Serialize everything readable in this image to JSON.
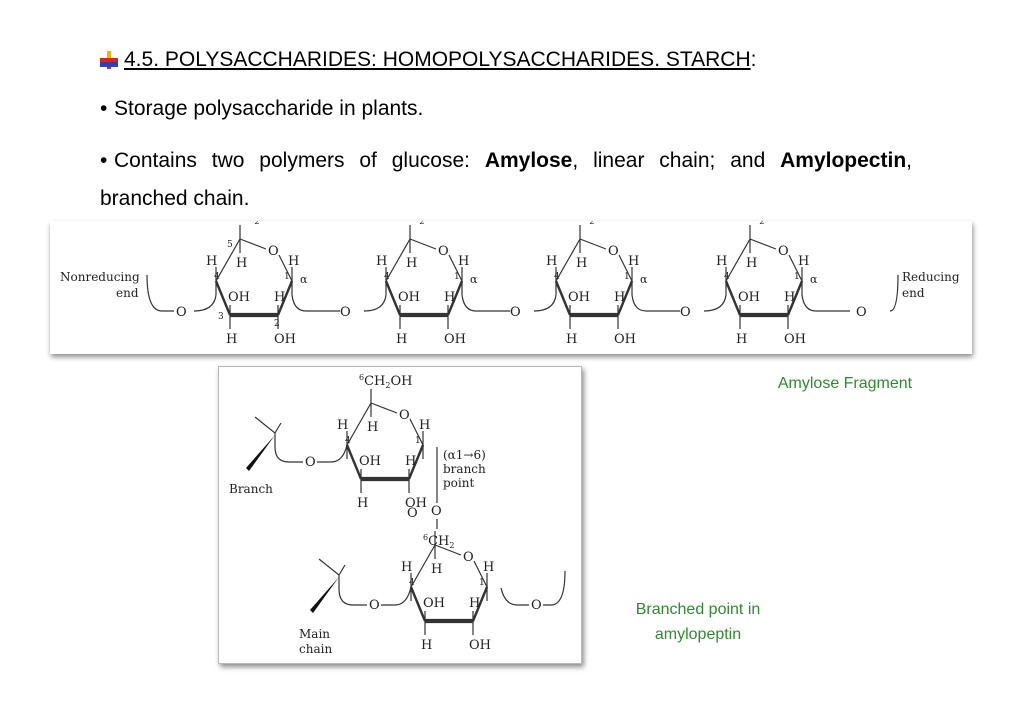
{
  "heading": {
    "title": "4.5. POLYSACCHARIDES: HOMOPOLYSACCHARIDES. STARCH",
    "colon": ":"
  },
  "bullets": {
    "b1": "Storage polysaccharide in plants.",
    "b2_pre": "Contains two polymers of glucose: ",
    "b2_amylose": "Amylose",
    "b2_mid": ", linear chain; and ",
    "b2_amylopectin": "Amylopectin",
    "b2_post": ", branched chain."
  },
  "amylose": {
    "left_end_1": "Nonreducing",
    "left_end_2": "end",
    "right_end_1": "Reducing",
    "right_end_2": "end",
    "caption": "Amylose Fragment"
  },
  "branch": {
    "label_branch": "Branch",
    "label_main_1": "Main",
    "label_main_2": "chain",
    "bp_1": "(α1→6)",
    "bp_2": "branch",
    "bp_3": "point",
    "caption_1": "Branched point in",
    "caption_2": "amylopeptin"
  },
  "glyphs": {
    "H": "H",
    "OH": "OH",
    "O": "O",
    "CH2": "CH",
    "alpha": "α",
    "n6": "6",
    "n5": "5",
    "n4": "4",
    "n3": "3",
    "n2": "2",
    "n1": "1",
    "sub2": "2"
  }
}
